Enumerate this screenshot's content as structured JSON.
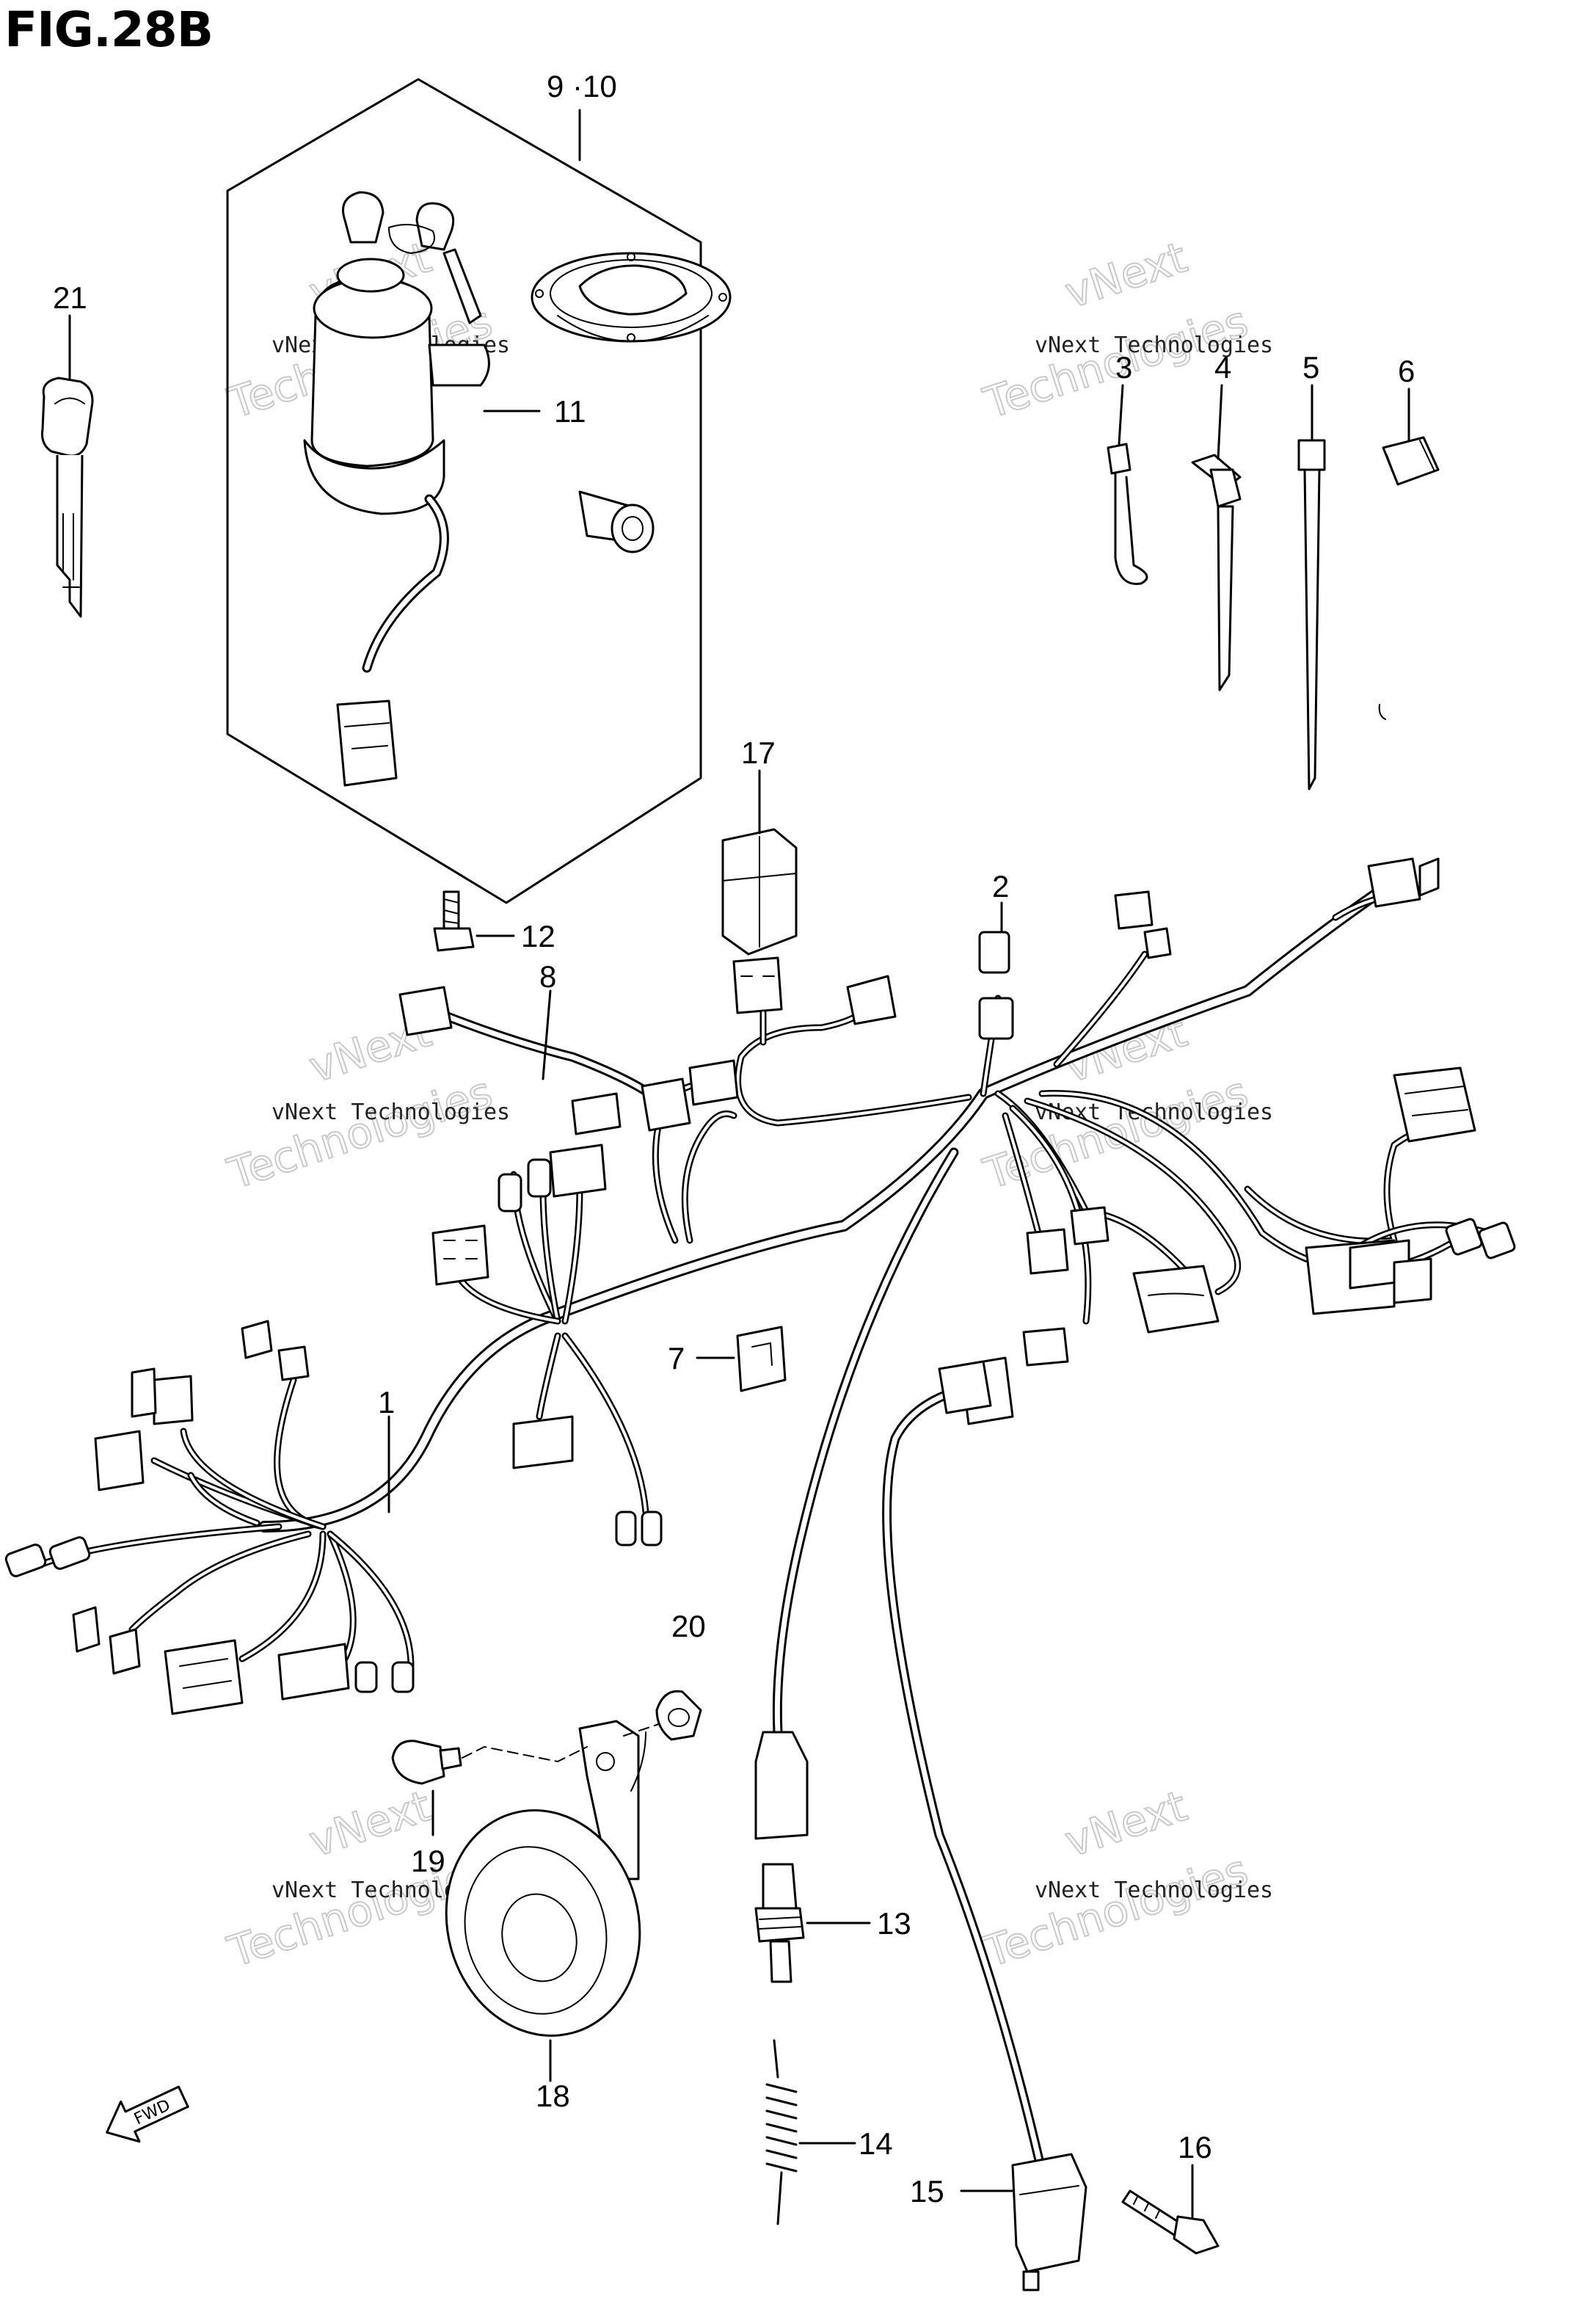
{
  "figure": {
    "title": "FIG.28B"
  },
  "callouts": {
    "c1": "1",
    "c2": "2",
    "c3": "3",
    "c4": "4",
    "c5": "5",
    "c6": "6",
    "c7": "7",
    "c8": "8",
    "c9_10": "9 ·10",
    "c11": "11",
    "c12": "12",
    "c13": "13",
    "c14": "14",
    "c15": "15",
    "c16": "16",
    "c17": "17",
    "c18": "18",
    "c19": "19",
    "c20": "20",
    "c21": "21"
  },
  "watermark": {
    "line1": "vNext Technologies",
    "line2": "vNext",
    "line3": "Technologies"
  },
  "direction_marker": {
    "label": "FWD",
    "icon": "forward-arrow-icon"
  },
  "parts": [
    {
      "ref": "1",
      "icon": "main-wiring-harness-icon"
    },
    {
      "ref": "2",
      "icon": "fuse-connector-icon"
    },
    {
      "ref": "3",
      "icon": "harness-clamp-icon"
    },
    {
      "ref": "4",
      "icon": "cable-tie-clip-icon"
    },
    {
      "ref": "5",
      "icon": "cable-tie-icon"
    },
    {
      "ref": "6",
      "icon": "clip-icon"
    },
    {
      "ref": "7",
      "icon": "bracket-clip-icon"
    },
    {
      "ref": "8",
      "icon": "sub-harness-icon"
    },
    {
      "ref": "9 ·10",
      "icon": "ignition-switch-lock-set-icon"
    },
    {
      "ref": "11",
      "icon": "ignition-switch-icon"
    },
    {
      "ref": "12",
      "icon": "screw-icon"
    },
    {
      "ref": "13",
      "icon": "sensor-switch-icon"
    },
    {
      "ref": "14",
      "icon": "spring-icon"
    },
    {
      "ref": "15",
      "icon": "side-stand-switch-icon"
    },
    {
      "ref": "16",
      "icon": "bolt-icon"
    },
    {
      "ref": "17",
      "icon": "relay-icon"
    },
    {
      "ref": "18",
      "icon": "horn-icon"
    },
    {
      "ref": "19",
      "icon": "bolt-icon"
    },
    {
      "ref": "20",
      "icon": "nut-icon"
    },
    {
      "ref": "21",
      "icon": "key-icon"
    }
  ]
}
